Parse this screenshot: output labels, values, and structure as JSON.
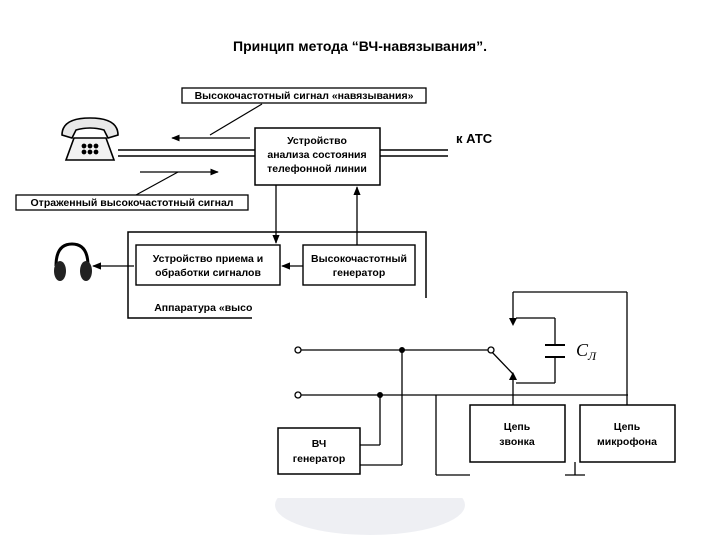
{
  "title": "Принцип метода “ВЧ-навязывания”.",
  "top_diagram": {
    "hf_signal_label": "Высокочастотный сигнал «навязывания»",
    "reflected_signal_label": "Отраженный высокочастотный сигнал",
    "analyzer_box": [
      "Устройство",
      "анализа состояния",
      "телефонной линии"
    ],
    "exchange_label": "к АТС",
    "receiver_box": [
      "Устройство приема и",
      "обработки сигналов"
    ],
    "generator_box": [
      "Высокочастотный",
      "генератор"
    ],
    "apparatus_label": "Аппаратура «высокочастотного навязывания»",
    "telephone_icon": "telephone-icon",
    "headphones_icon": "headphones-icon"
  },
  "bottom_diagram": {
    "hf_generator_box": [
      "ВЧ",
      "генератор"
    ],
    "bell_circuit_box": [
      "Цепь",
      "звонка"
    ],
    "mic_circuit_box": [
      "Цепь",
      "микрофона"
    ],
    "capacitor_label": "С",
    "capacitor_subscript": "Л"
  }
}
